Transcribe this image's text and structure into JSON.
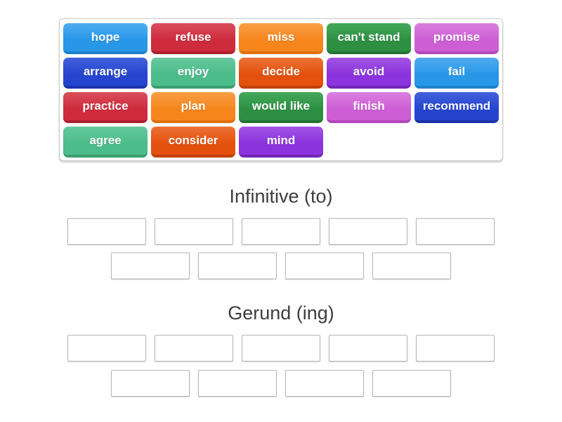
{
  "word_bank": {
    "tiles": [
      {
        "label": "hope",
        "color": "sky_blue"
      },
      {
        "label": "refuse",
        "color": "crimson"
      },
      {
        "label": "miss",
        "color": "orange"
      },
      {
        "label": "can't stand",
        "color": "green"
      },
      {
        "label": "promise",
        "color": "orchid"
      },
      {
        "label": "arrange",
        "color": "royal_blue"
      },
      {
        "label": "enjoy",
        "color": "sea_green"
      },
      {
        "label": "decide",
        "color": "orange_red"
      },
      {
        "label": "avoid",
        "color": "purple"
      },
      {
        "label": "fail",
        "color": "sky_blue"
      },
      {
        "label": "practice",
        "color": "crimson"
      },
      {
        "label": "plan",
        "color": "orange"
      },
      {
        "label": "would like",
        "color": "green"
      },
      {
        "label": "finish",
        "color": "orchid"
      },
      {
        "label": "recommend",
        "color": "royal_blue"
      },
      {
        "label": "agree",
        "color": "sea_green"
      },
      {
        "label": "consider",
        "color": "orange_red"
      },
      {
        "label": "mind",
        "color": "purple"
      }
    ],
    "palette": {
      "sky_blue": {
        "light": "#4FACEF",
        "base": "#2897E8",
        "dark": "#1C80C9"
      },
      "crimson": {
        "light": "#D94F5C",
        "base": "#CE2B3C",
        "dark": "#AD2031"
      },
      "orange": {
        "light": "#F89F46",
        "base": "#F6861C",
        "dark": "#E0710E"
      },
      "green": {
        "light": "#44A85A",
        "base": "#2E8F43",
        "dark": "#237434"
      },
      "orchid": {
        "light": "#DA80DF",
        "base": "#CD5ED4",
        "dark": "#B247BA"
      },
      "royal_blue": {
        "light": "#4362DB",
        "base": "#2545CF",
        "dark": "#1B34AB"
      },
      "sea_green": {
        "light": "#66C99E",
        "base": "#4BBC8A",
        "dark": "#3B9D70"
      },
      "orange_red": {
        "light": "#EB7336",
        "base": "#E4510D",
        "dark": "#C24108"
      },
      "purple": {
        "light": "#A155E5",
        "base": "#8B33DC",
        "dark": "#7325B8"
      }
    }
  },
  "groups": [
    {
      "id": "infinitive",
      "title": "Infinitive (to)",
      "slot_rows": [
        5,
        4
      ]
    },
    {
      "id": "gerund",
      "title": "Gerund (ing)",
      "slot_rows": [
        5,
        4
      ]
    }
  ]
}
